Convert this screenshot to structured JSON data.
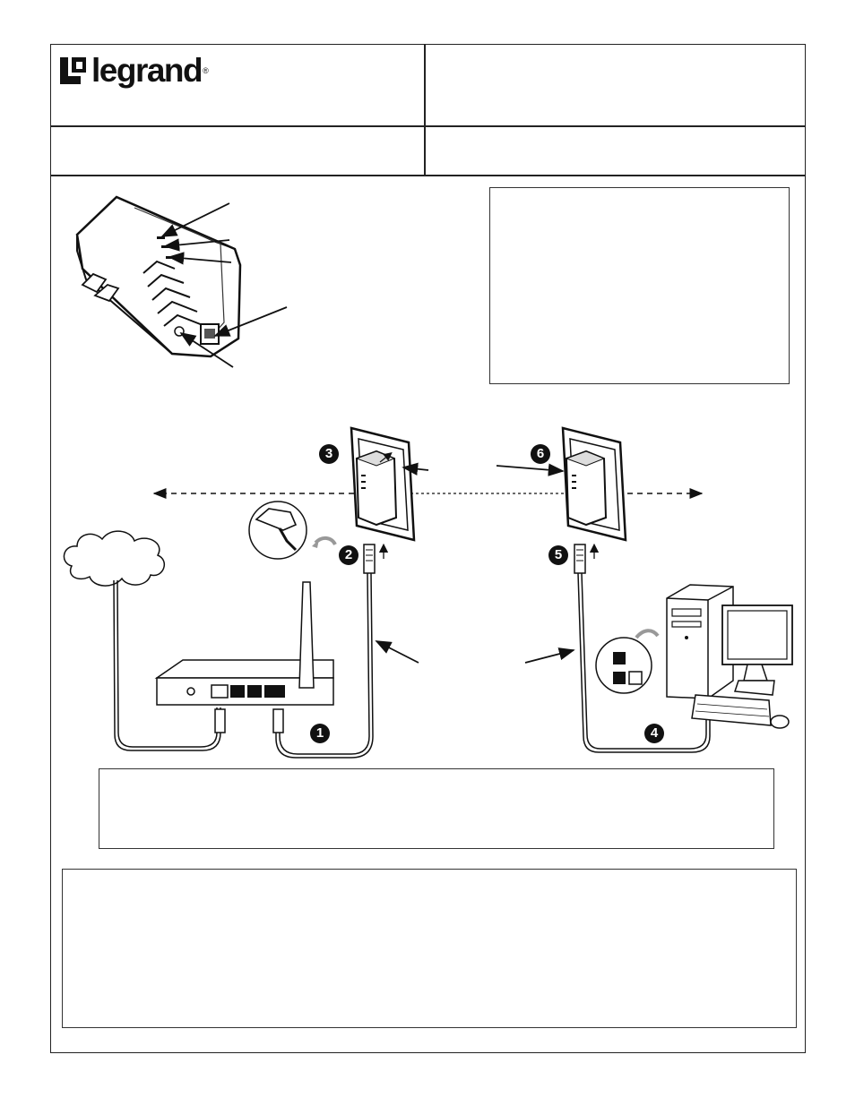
{
  "header": {
    "brand": "legrand",
    "registered_mark": "®"
  },
  "diagram": {
    "steps": [
      "1",
      "2",
      "3",
      "4",
      "5",
      "6"
    ]
  }
}
